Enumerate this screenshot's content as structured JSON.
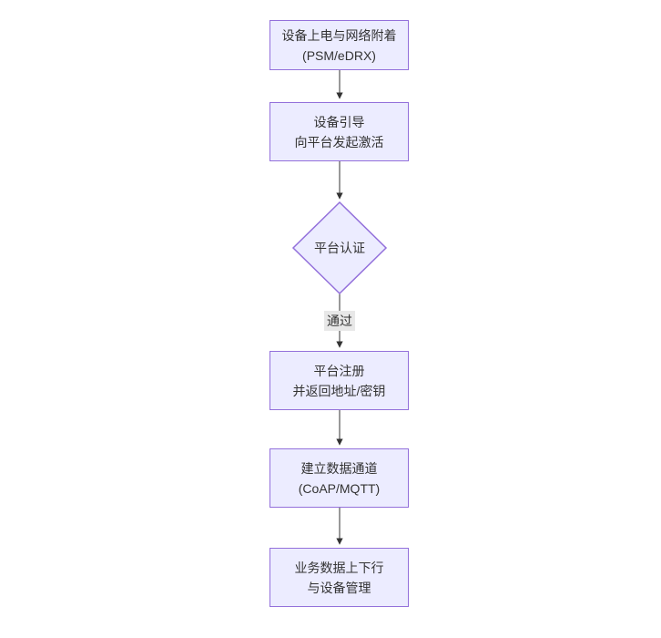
{
  "flowchart": {
    "nodes": {
      "power_on": {
        "line1": "设备上电与网络附着",
        "line2": "(PSM/eDRX)"
      },
      "bootstrap": {
        "line1": "设备引导",
        "line2": "向平台发起激活"
      },
      "auth": {
        "label": "平台认证"
      },
      "register": {
        "line1": "平台注册",
        "line2": "并返回地址/密钥"
      },
      "channel": {
        "line1": "建立数据通道",
        "line2": "(CoAP/MQTT)"
      },
      "business": {
        "line1": "业务数据上下行",
        "line2": "与设备管理"
      }
    },
    "edge_labels": {
      "auth_pass": "通过"
    }
  },
  "colors": {
    "background": "#ffffff",
    "node_fill": "#ECECFF",
    "node_border": "#9370DB",
    "edge": "#333333",
    "text": "#333333",
    "edge_label_bg": "#e8e8e8"
  }
}
